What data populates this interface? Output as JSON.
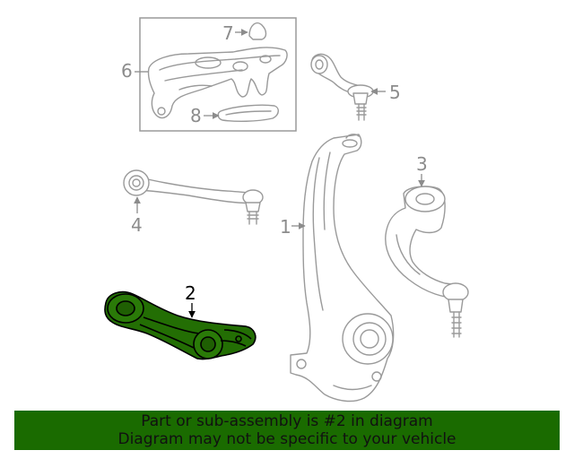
{
  "callouts": {
    "c1": "1",
    "c2": "2",
    "c3": "3",
    "c4": "4",
    "c5": "5",
    "c6": "6",
    "c7": "7",
    "c8": "8"
  },
  "colors": {
    "highlight": "#236e04",
    "banner_bg": "#1a6b00",
    "line_gray": "#9a9a9a"
  },
  "highlighted_part": "2",
  "banner": {
    "line1": "Part or sub-assembly is #2 in diagram",
    "line2": "Diagram may not be specific to your vehicle"
  }
}
